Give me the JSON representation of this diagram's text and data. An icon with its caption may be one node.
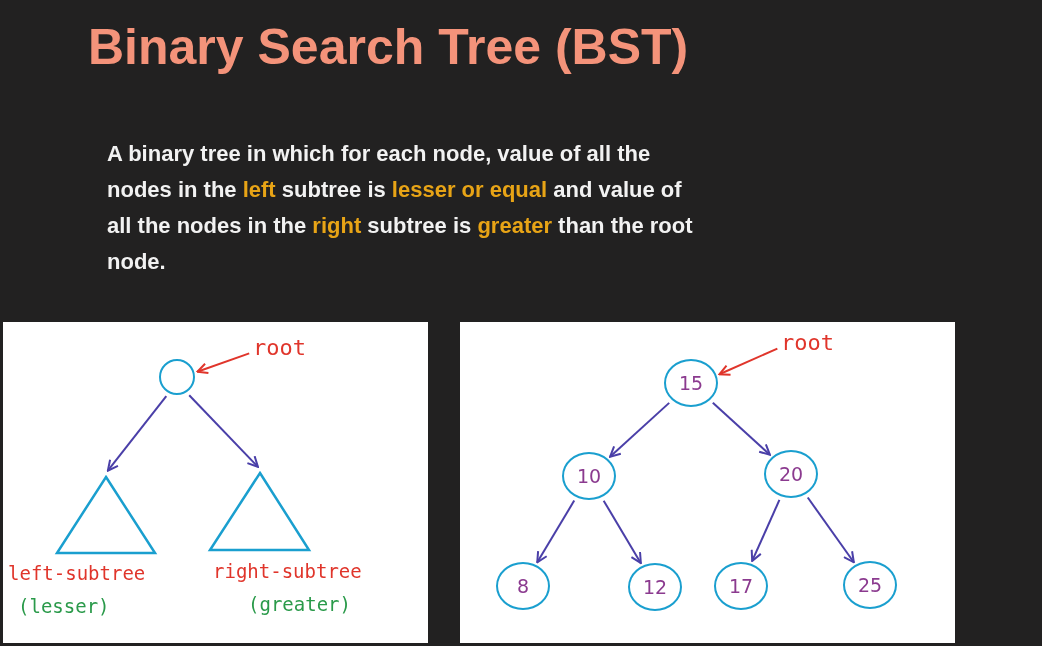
{
  "diagram": {
    "title": "Binary Search Tree (BST)",
    "nodes": [
      {
        "text": [
          "root"
        ]
      },
      {
        "text": [],
        "shape": "circle"
      },
      {
        "text": [
          "left-subtree",
          "(lesser)"
        ]
      },
      {
        "text": [
          "right-subtree",
          "(greater)"
        ]
      },
      {
        "text": [
          "root"
        ]
      },
      {
        "text": [
          "15"
        ]
      },
      {
        "text": [
          "10"
        ]
      },
      {
        "text": [
          "20"
        ]
      },
      {
        "text": [
          "8"
        ]
      },
      {
        "text": [
          "12"
        ]
      },
      {
        "text": [
          "17"
        ]
      },
      {
        "text": [
          "25"
        ]
      }
    ],
    "edges": [
      {
        "from": 0,
        "to": 1,
        "arrow": "to",
        "color": "#e0352b"
      },
      {
        "from": 1,
        "to": 2,
        "arrow": "to"
      },
      {
        "from": 1,
        "to": 3,
        "arrow": "to"
      },
      {
        "from": 4,
        "to": 5,
        "arrow": "to",
        "color": "#e0352b"
      },
      {
        "from": 5,
        "to": 6,
        "arrow": "to"
      },
      {
        "from": 5,
        "to": 7,
        "arrow": "to"
      },
      {
        "from": 6,
        "to": 8,
        "arrow": "to"
      },
      {
        "from": 6,
        "to": 9,
        "arrow": "to"
      },
      {
        "from": 7,
        "to": 10,
        "arrow": "to"
      },
      {
        "from": 7,
        "to": 11,
        "arrow": "to"
      }
    ],
    "labels": [
      "A binary tree in which for each node, value of all the nodes in the **left** subtree is **lesser or equal** and value of all the nodes in the **right** subtree is **greater** than the root node."
    ]
  }
}
